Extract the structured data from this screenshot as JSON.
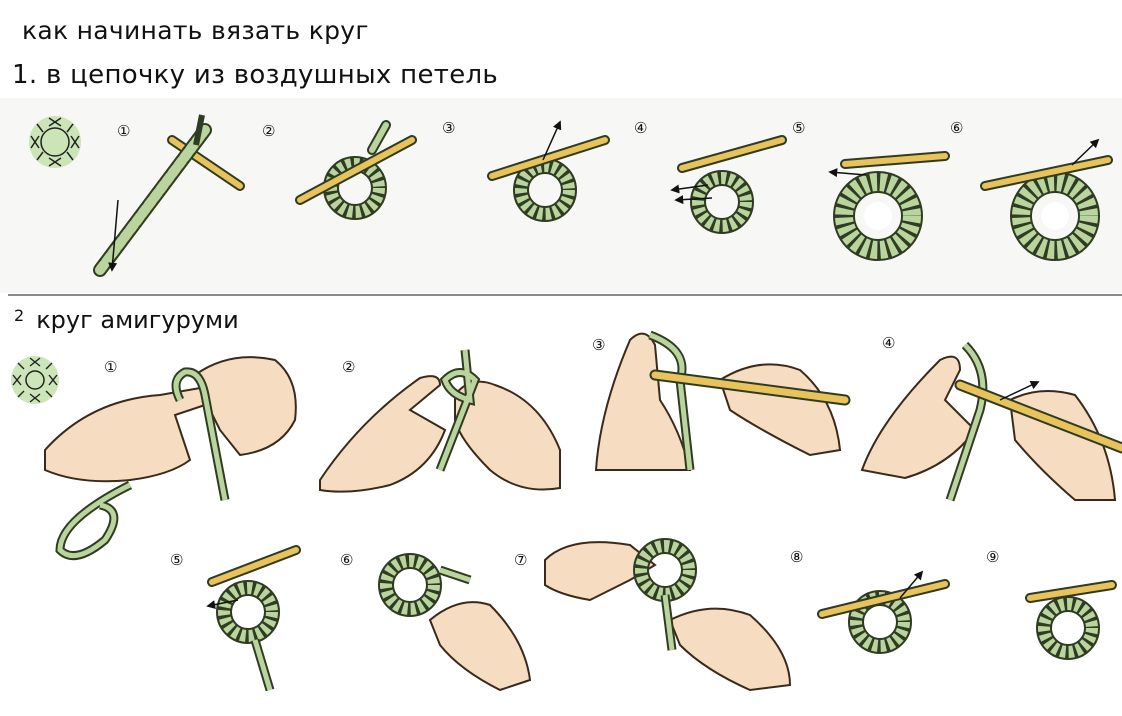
{
  "title": "как начинать вязать круг",
  "section1": {
    "title": "1. в цепочку из воздушных петель",
    "steps": [
      "①",
      "②",
      "③",
      "④",
      "⑤",
      "⑥"
    ]
  },
  "section2": {
    "number": "2",
    "title": "круг амигуруми",
    "steps": [
      "①",
      "②",
      "③",
      "④",
      "⑤",
      "⑥",
      "⑦",
      "⑧",
      "⑨"
    ]
  },
  "colors": {
    "yarn": "#b9d49c",
    "yarn_outline": "#2f3b22",
    "hook": "#e8c25a",
    "skin": "#f6dcc0",
    "arrow": "#111111"
  }
}
